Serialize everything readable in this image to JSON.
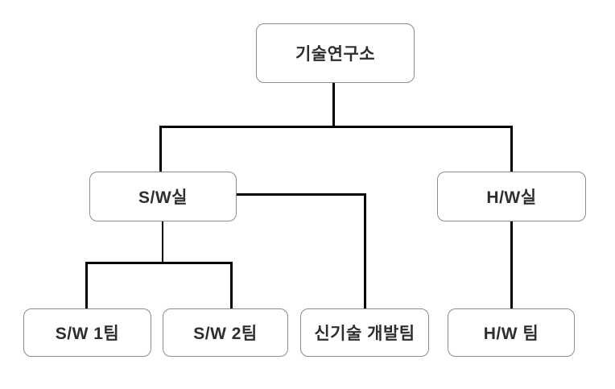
{
  "diagram": {
    "type": "org-chart",
    "nodes": {
      "root": {
        "label": "기술연구소",
        "level": 0,
        "parent": null
      },
      "sw_office": {
        "label": "S/W실",
        "level": 1,
        "parent": "root"
      },
      "hw_office": {
        "label": "H/W실",
        "level": 1,
        "parent": "root"
      },
      "sw_team1": {
        "label": "S/W 1팀",
        "level": 2,
        "parent": "sw_office"
      },
      "sw_team2": {
        "label": "S/W 2팀",
        "level": 2,
        "parent": "sw_office"
      },
      "new_tech_team": {
        "label": "신기술 개발팀",
        "level": 2,
        "parent": "sw_office"
      },
      "hw_team": {
        "label": "H/W 팀",
        "level": 2,
        "parent": "hw_office"
      }
    },
    "colors": {
      "connector_line": "#000000",
      "node_border": "#8c8c8c",
      "node_fill": "#ffffff",
      "text": "#2e2e2e",
      "background": "#ffffff"
    }
  }
}
